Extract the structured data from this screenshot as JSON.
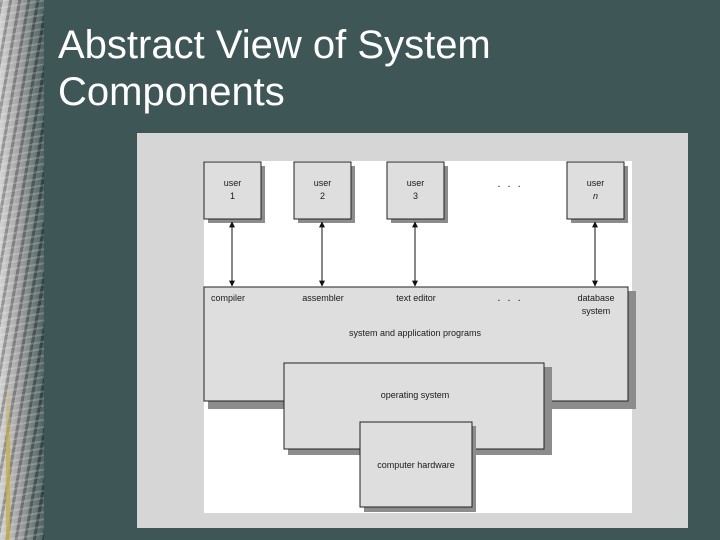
{
  "slide": {
    "title_line1": "Abstract View of System",
    "title_line2": "Components"
  },
  "diagram": {
    "users": [
      {
        "line1": "user",
        "line2": "1"
      },
      {
        "line1": "user",
        "line2": "2"
      },
      {
        "line1": "user",
        "line2": "3"
      },
      {
        "line1": "user",
        "line2": "n"
      }
    ],
    "users_ellipsis": ". . .",
    "programs": [
      "compiler",
      "assembler",
      "text editor"
    ],
    "programs_ellipsis": ". . .",
    "database_line1": "database",
    "database_line2": "system",
    "layer_programs": "system and application programs",
    "layer_os": "operating system",
    "layer_hardware": "computer hardware"
  },
  "colors": {
    "background": "#3e5656",
    "panel": "#d6d6d6",
    "box_fill": "#dedede",
    "shadow": "#8c8c8c",
    "title": "#ffffff"
  }
}
